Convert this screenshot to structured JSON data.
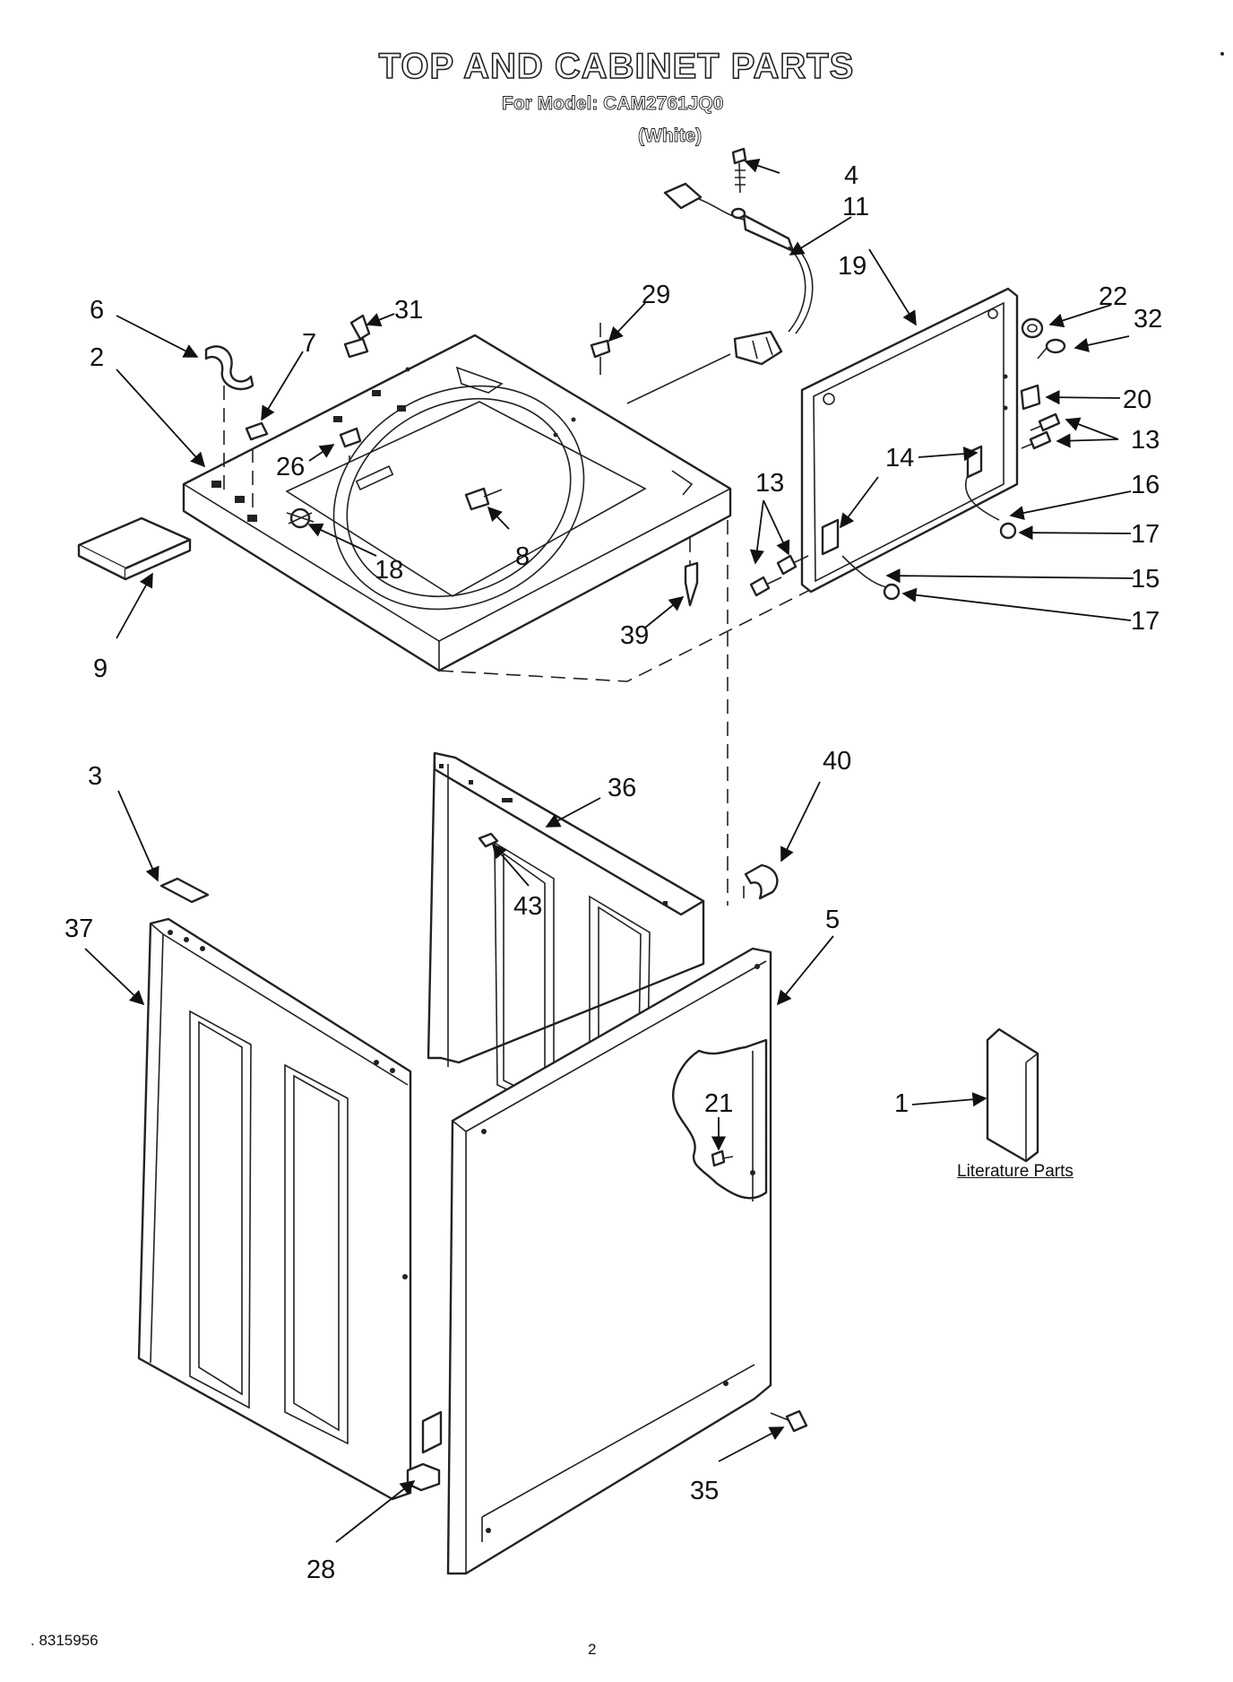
{
  "header": {
    "title": "TOP AND CABINET PARTS",
    "model_line": "For Model: CAM2761JQ0",
    "color_note": "(White)"
  },
  "literature_label": "Literature Parts",
  "footer": {
    "doc_number": ". 8315956",
    "page_number": "2"
  },
  "callouts": {
    "c1": "1",
    "c2": "2",
    "c3": "3",
    "c4": "4",
    "c5": "5",
    "c6": "6",
    "c7": "7",
    "c8": "8",
    "c9": "9",
    "c11": "11",
    "c13a": "13",
    "c13b": "13",
    "c14": "14",
    "c15": "15",
    "c16": "16",
    "c17a": "17",
    "c17b": "17",
    "c18": "18",
    "c19": "19",
    "c20": "20",
    "c21": "21",
    "c22": "22",
    "c26": "26",
    "c28": "28",
    "c29": "29",
    "c31": "31",
    "c32": "32",
    "c35": "35",
    "c36": "36",
    "c37": "37",
    "c39": "39",
    "c40": "40",
    "c43": "43"
  }
}
